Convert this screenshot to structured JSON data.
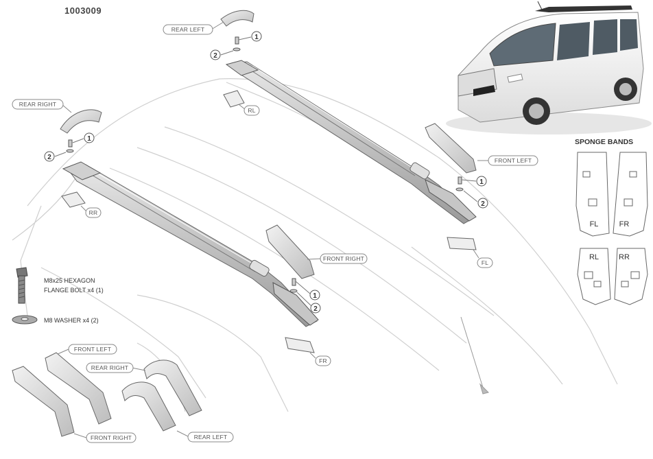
{
  "diagram": {
    "part_number": "1003009",
    "callouts": {
      "rear_left": "REAR LEFT",
      "rear_right": "REAR RIGHT",
      "front_left": "FRONT LEFT",
      "front_right": "FRONT RIGHT"
    },
    "position_tags": {
      "rl": "RL",
      "rr": "RR",
      "fl": "FL",
      "fr": "FR"
    },
    "item_numbers": {
      "bolt": "1",
      "washer": "2"
    },
    "legend": {
      "bolt_line1": "M8x25 HEXAGON",
      "bolt_line2": "FLANGE BOLT x4 (1)",
      "washer": "M8 WASHER x4 (2)"
    },
    "sponge_bands": {
      "title": "SPONGE BANDS",
      "labels": [
        "FL",
        "FR",
        "RL",
        "RR"
      ]
    },
    "bottom_parts": {
      "front_left": "FRONT LEFT",
      "rear_right": "REAR RIGHT",
      "front_right": "FRONT RIGHT",
      "rear_left": "REAR LEFT"
    }
  }
}
